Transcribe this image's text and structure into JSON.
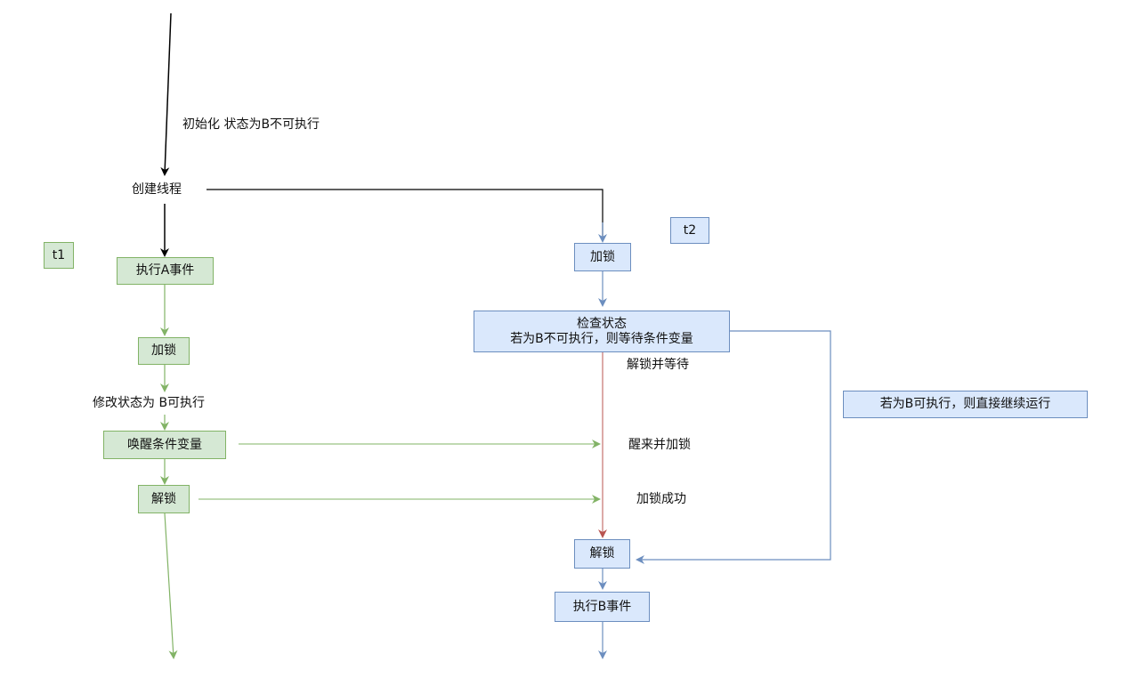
{
  "colors": {
    "black": "#000000",
    "green_edge": "#82b366",
    "blue_edge": "#6c8ebf",
    "red_edge": "#b85450",
    "green_fill": "#d5e8d4",
    "blue_fill": "#dae8fc"
  },
  "labels": {
    "init": "初始化 状态为B不可执行",
    "create_thread": "创建线程",
    "modify_state": "修改状态为 B可执行",
    "unlock_and_wait": "解锁并等待",
    "wake_and_lock": "醒来并加锁",
    "lock_success": "加锁成功"
  },
  "t1": {
    "tag": "t1",
    "exec_a": "执行A事件",
    "lock": "加锁",
    "wake_cond": "唤醒条件变量",
    "unlock": "解锁"
  },
  "t2": {
    "tag": "t2",
    "lock": "加锁",
    "check_line1": "检查状态",
    "check_line2": "若为B不可执行，则等待条件变量",
    "else_branch": "若为B可执行，则直接继续运行",
    "unlock": "解锁",
    "exec_b": "执行B事件"
  }
}
